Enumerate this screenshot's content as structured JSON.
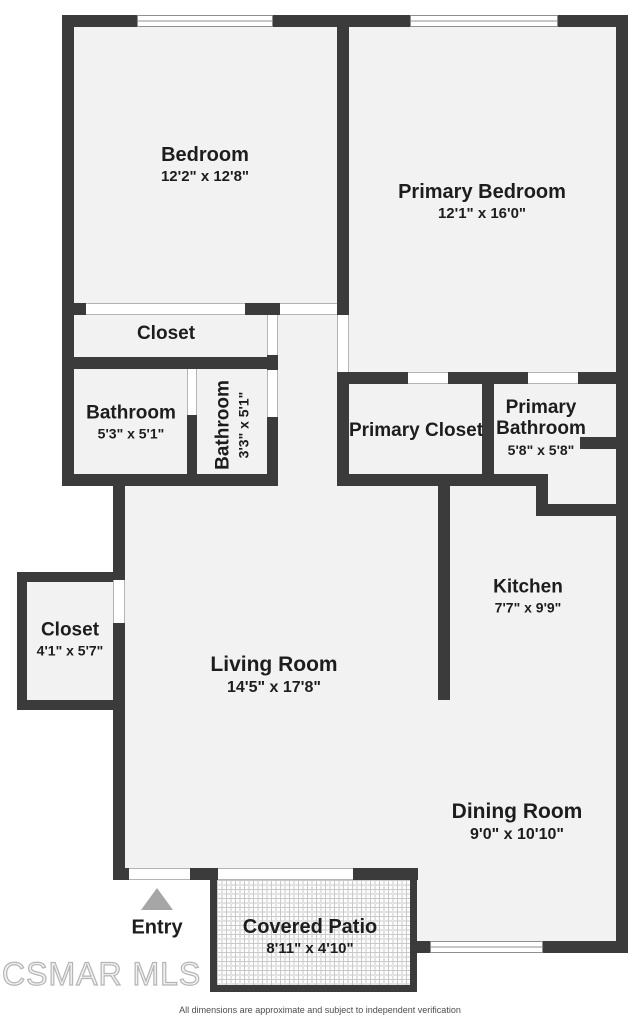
{
  "rooms": {
    "bedroom": {
      "name": "Bedroom",
      "dims": "12'2\" x 12'8\""
    },
    "primary_bedroom": {
      "name": "Primary Bedroom",
      "dims": "12'1\" x 16'0\""
    },
    "closet_top": {
      "name": "Closet"
    },
    "bathroom_left": {
      "name": "Bathroom",
      "dims": "5'3\" x 5'1\""
    },
    "bathroom_small": {
      "name": "Bathroom",
      "dims": "3'3\" x 5'1\""
    },
    "primary_closet": {
      "name": "Primary Closet"
    },
    "primary_bathroom": {
      "name": "Primary Bathroom",
      "dims": "5'8\" x 5'8\""
    },
    "kitchen": {
      "name": "Kitchen",
      "dims": "7'7\" x 9'9\""
    },
    "closet_left": {
      "name": "Closet",
      "dims": "4'1\" x 5'7\""
    },
    "living_room": {
      "name": "Living Room",
      "dims": "14'5\" x 17'8\""
    },
    "dining_room": {
      "name": "Dining Room",
      "dims": "9'0\" x 10'10\""
    },
    "covered_patio": {
      "name": "Covered Patio",
      "dims": "8'11\" x 4'10\""
    }
  },
  "entry": {
    "label": "Entry"
  },
  "watermark": "CSMAR MLS",
  "disclaimer": "All dimensions are approximate and subject to independent verification",
  "colors": {
    "wall": "#3b3b3c",
    "floor": "#f2f2f3",
    "label": "#1d1d1d",
    "entry_arrow": "#a6a6a6"
  }
}
